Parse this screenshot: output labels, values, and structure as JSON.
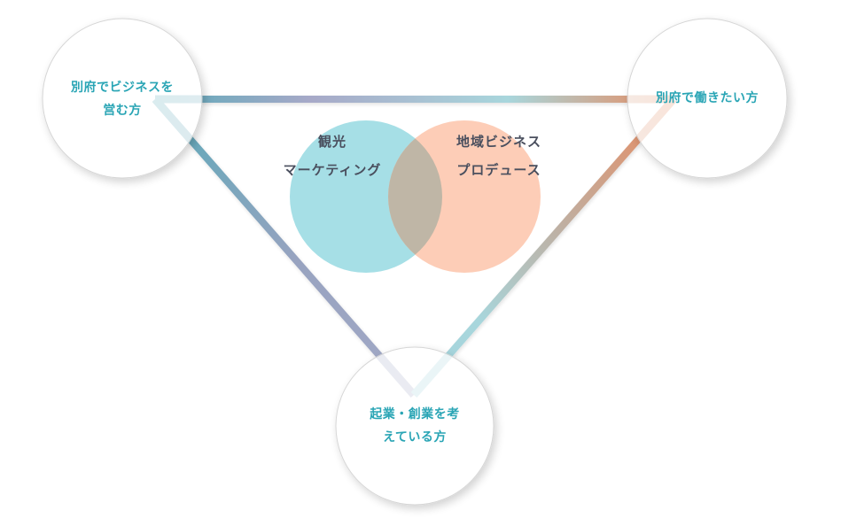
{
  "diagram": {
    "type": "triangle-network-with-venn",
    "nodes": [
      {
        "id": "business-owners",
        "label_line1": "別府でビジネスを",
        "label_line2": "営む方"
      },
      {
        "id": "work-seekers",
        "label_line1": "別府で働きたい方",
        "label_line2": ""
      },
      {
        "id": "entrepreneurs",
        "label_line1": "起業・創業を考",
        "label_line2": "えている方"
      }
    ],
    "venn": [
      {
        "id": "tourism-marketing",
        "label_line1": "観光",
        "label_line2": "マーケティング",
        "color": "#a6dfe6"
      },
      {
        "id": "regional-business-produce",
        "label_line1": "地域ビジネス",
        "label_line2": "プロデュース",
        "color": "#fdcdb7"
      }
    ],
    "edges": [
      {
        "from": "business-owners",
        "to": "work-seekers",
        "gradient": [
          "#5aaab9",
          "#a7a9c8",
          "#a8d6dc",
          "#e98a5e"
        ]
      },
      {
        "from": "business-owners",
        "to": "entrepreneurs",
        "gradient": [
          "#5aaab9",
          "#9aa2c2"
        ]
      },
      {
        "from": "work-seekers",
        "to": "entrepreneurs",
        "gradient": [
          "#e98a5e",
          "#bcb0a6",
          "#a8d6dc"
        ]
      }
    ]
  },
  "colors": {
    "node_text": "#2aa5b5",
    "venn_text": "#4a4f5e",
    "overlap": "#bfb6a6",
    "circle_border": "#d6d6d6"
  }
}
